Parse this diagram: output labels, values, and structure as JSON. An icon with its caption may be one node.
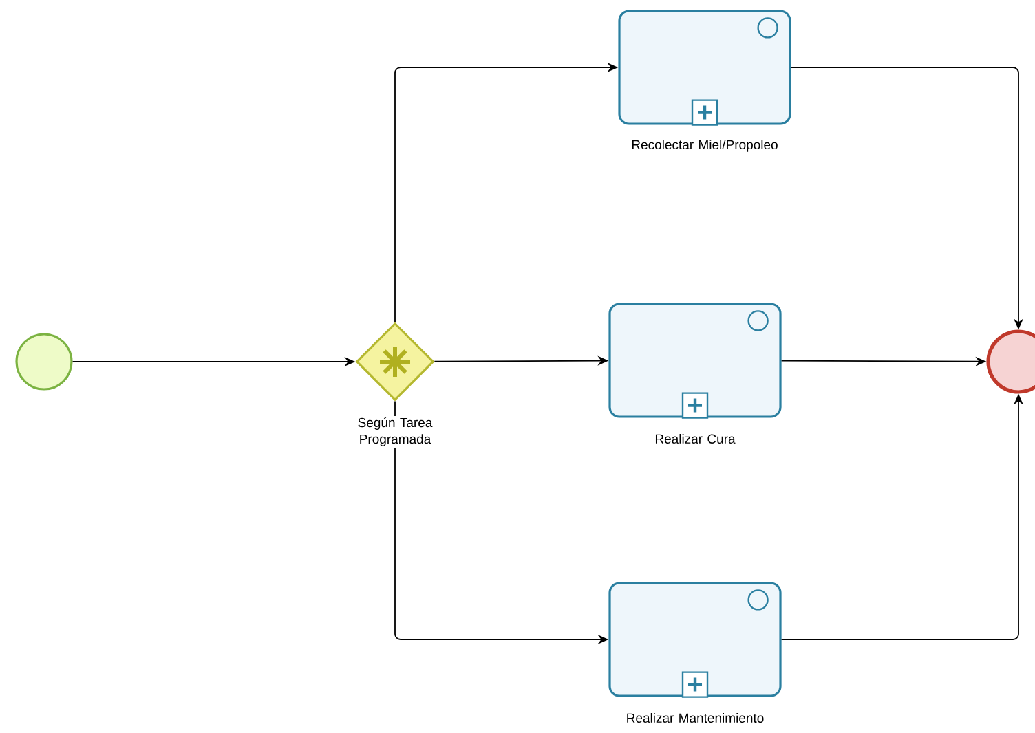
{
  "diagram": {
    "nodes": [
      {
        "text": [],
        "shape": "circle"
      },
      {
        "text": [
          "Según Tarea Programada"
        ]
      },
      {
        "text": [
          "Recolectar Miel/Propoleo"
        ]
      },
      {
        "text": [
          "Realizar Cura"
        ]
      },
      {
        "text": [
          "Realizar Mantenimiento"
        ]
      },
      {
        "text": [],
        "shape": "circle"
      }
    ],
    "edges": [
      {
        "from": 0,
        "to": 1,
        "arrow": "to"
      },
      {
        "from": 1,
        "to": 2,
        "arrow": "to"
      },
      {
        "from": 1,
        "to": 3,
        "arrow": "to"
      },
      {
        "from": 1,
        "to": 4,
        "arrow": "to"
      },
      {
        "from": 2,
        "to": 5,
        "arrow": "to"
      },
      {
        "from": 3,
        "to": 5,
        "arrow": "to"
      },
      {
        "from": 4,
        "to": 5,
        "arrow": "to"
      }
    ]
  }
}
